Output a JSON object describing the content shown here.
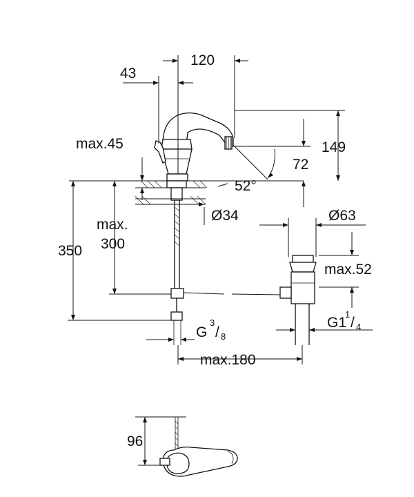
{
  "dimensions": {
    "d_43": "43",
    "d_120": "120",
    "d_149": "149",
    "d_72": "72",
    "d_angle": "52°",
    "d_max45": "max.45",
    "d_dia34": "Ø34",
    "d_dia63": "Ø63",
    "d_max_line1": "max.",
    "d_max_line2": "300",
    "d_350": "350",
    "d_max52": "max.52",
    "d_g38_main": "G",
    "d_g38_num": "3",
    "d_g38_slash": "/",
    "d_g38_den": "8",
    "d_g114_main": "G1",
    "d_g114_num": "1",
    "d_g114_slash": "/",
    "d_g114_den": "4",
    "d_max180": "max.180",
    "d_96": "96"
  }
}
